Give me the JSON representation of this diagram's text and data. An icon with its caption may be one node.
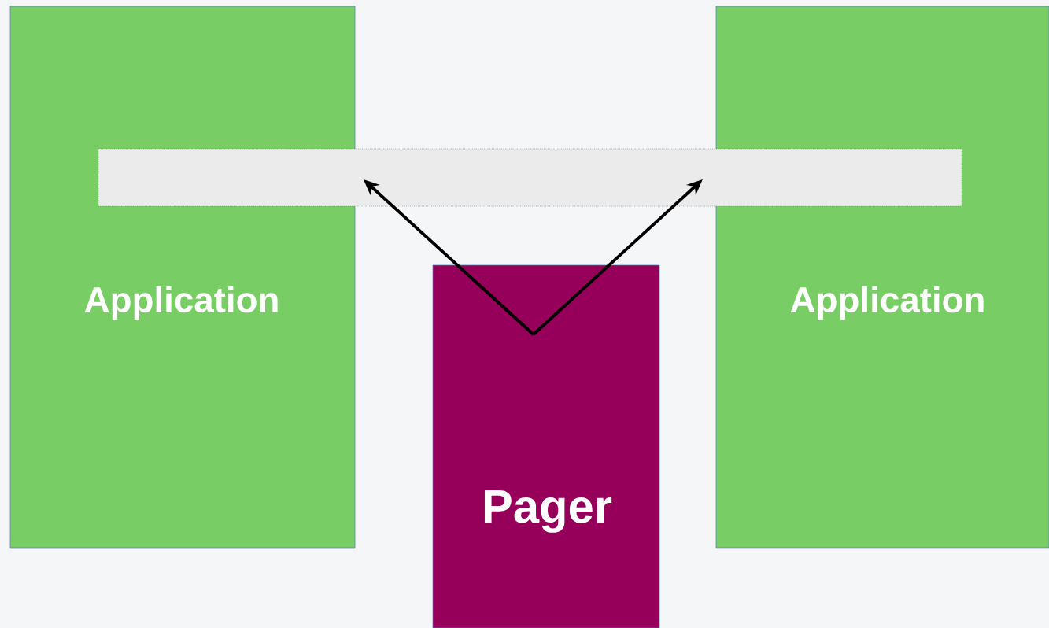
{
  "diagram": {
    "nodes": [
      {
        "text": [
          "Application"
        ]
      },
      {
        "text": [
          "Application"
        ]
      },
      {
        "text": [
          "Pager"
        ]
      },
      {
        "text": [],
        "shape": "bar"
      }
    ],
    "edges": [
      {
        "from": 2,
        "to": 3,
        "arrow": "to"
      },
      {
        "from": 2,
        "to": 3,
        "arrow": "to"
      }
    ]
  }
}
